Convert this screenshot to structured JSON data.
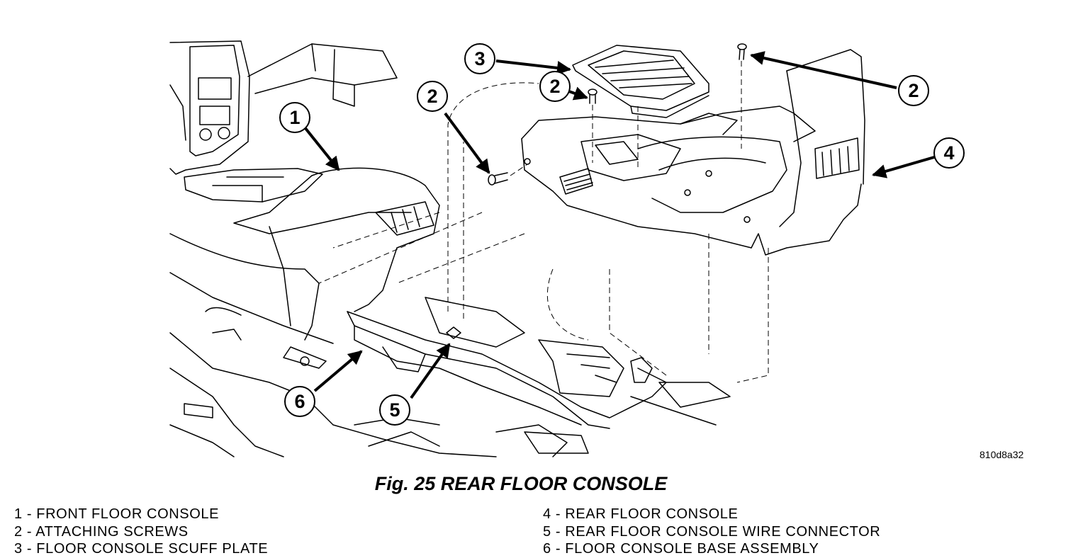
{
  "figure": {
    "code": "810d8a32",
    "caption": "Fig. 25 REAR FLOOR CONSOLE",
    "callouts": [
      "1",
      "2",
      "2",
      "2",
      "3",
      "4",
      "5",
      "6"
    ]
  },
  "legend": {
    "left": [
      "1 - FRONT FLOOR CONSOLE",
      "2 - ATTACHING SCREWS",
      "3 - FLOOR CONSOLE SCUFF PLATE"
    ],
    "right": [
      "4 - REAR FLOOR CONSOLE",
      "5 - REAR FLOOR CONSOLE WIRE CONNECTOR",
      "6 - FLOOR CONSOLE BASE ASSEMBLY"
    ]
  }
}
